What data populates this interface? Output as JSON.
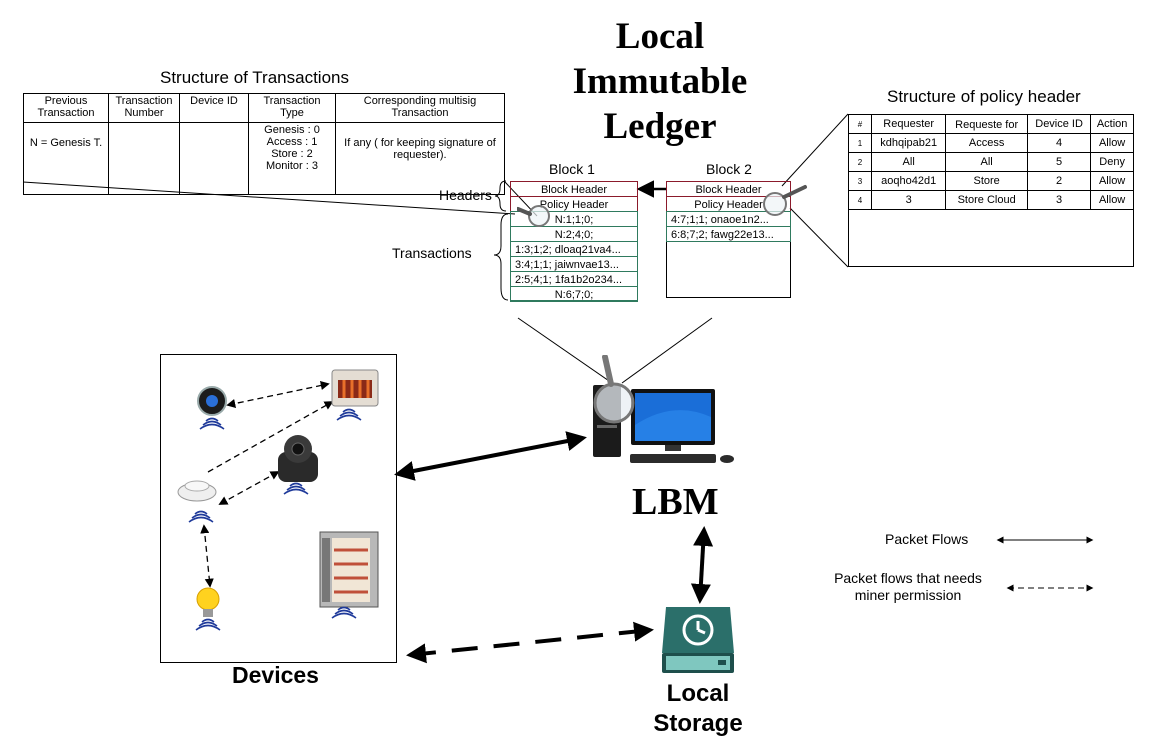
{
  "title": "Local Immutable Ledger",
  "title_lines": [
    "Local",
    "Immutable",
    "Ledger"
  ],
  "tx_structure": {
    "title": "Structure of Transactions",
    "headers": [
      "Previous Transaction",
      "Transaction Number",
      "Device ID",
      "Transaction Type",
      "Corresponding multisig Transaction"
    ],
    "row": [
      "N = Genesis T.",
      "",
      "",
      "Genesis : 0\nAccess : 1\nStore : 2\nMonitor : 3",
      "If any ( for keeping signature of requester)."
    ]
  },
  "policy_structure": {
    "title": "Structure of policy header",
    "headers": [
      "#",
      "Requester",
      "Requeste for",
      "Device ID",
      "Action"
    ],
    "rows": [
      [
        "1",
        "kdhqipab21",
        "Access",
        "4",
        "Allow"
      ],
      [
        "2",
        "All",
        "All",
        "5",
        "Deny"
      ],
      [
        "3",
        "aoqho42d1",
        "Store",
        "2",
        "Allow"
      ],
      [
        "4",
        "3",
        "Store Cloud",
        "3",
        "Allow"
      ]
    ]
  },
  "block1": {
    "label": "Block 1",
    "block_header": "Block Header",
    "policy_header": "Policy Header",
    "transactions": [
      "N:1;1;0;",
      "N:2;4;0;",
      "1:3;1;2;  dloaq21va4...",
      "3:4;1;1;  jaiwnvae13...",
      "2:5;4;1;  1fa1b2o234...",
      "N:6;7;0;"
    ]
  },
  "block2": {
    "label": "Block 2",
    "block_header": "Block Header",
    "policy_header": "Policy Header",
    "transactions": [
      "4:7;1;1;  onaoe1n2...",
      "6:8;7;2;  fawg22e13..."
    ]
  },
  "labels": {
    "headers": "Headers",
    "transactions": "Transactions",
    "lbm": "LBM",
    "devices": "Devices",
    "local_storage_line1": "Local",
    "local_storage_line2": "Storage"
  },
  "legend": {
    "solid": "Packet Flows",
    "dashed_line1": "Packet flows that needs",
    "dashed_line2": "miner permission"
  },
  "icons": [
    "thermostat-icon",
    "heater-icon",
    "camera-icon",
    "smoke-detector-icon",
    "light-bulb-icon",
    "refrigerator-icon",
    "computer-icon",
    "magnifier-icon",
    "storage-drive-icon",
    "wifi-icon"
  ],
  "colors": {
    "header_border": "#8b1a2b",
    "tx_border": "#2f7a5e",
    "storage": "#2b6f6a"
  }
}
